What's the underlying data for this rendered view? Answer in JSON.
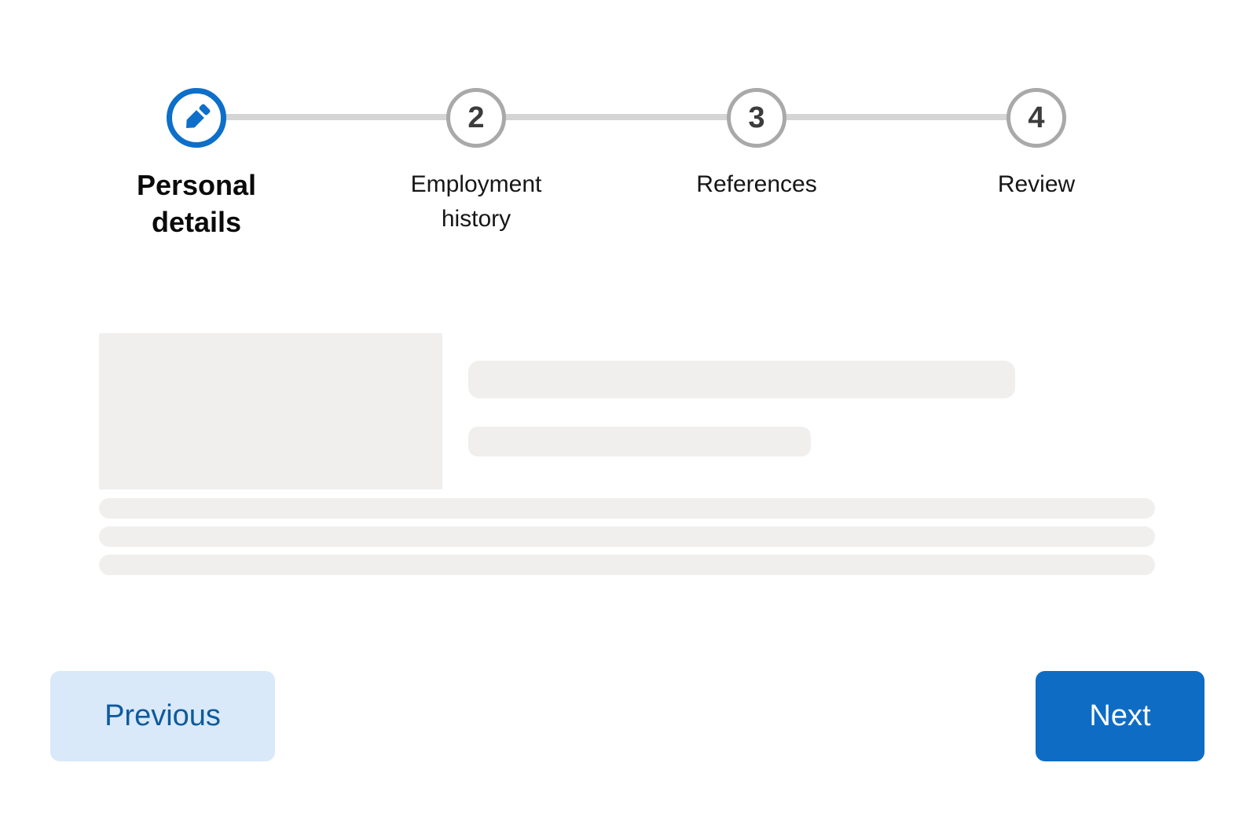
{
  "wizard": {
    "steps": [
      {
        "label": "Personal details",
        "active": true,
        "icon": "pencil-icon"
      },
      {
        "label": "Employment history",
        "active": false,
        "number": "2"
      },
      {
        "label": "References",
        "active": false,
        "number": "3"
      },
      {
        "label": "Review",
        "active": false,
        "number": "4"
      }
    ],
    "footer": {
      "previous_label": "Previous",
      "next_label": "Next"
    }
  },
  "colors": {
    "accent_blue": "#0d6fc9",
    "next_button_bg": "#0e6cc5",
    "next_button_text": "#ffffff",
    "previous_button_bg": "#d9e9fa",
    "previous_button_text": "#0e5a9d",
    "inactive_circle_border": "#a9a9a9",
    "step_number": "#3c3c3c",
    "track_line": "#d5d5d5",
    "skeleton_gray": "#f0efee",
    "page_background": "#ffffff"
  }
}
